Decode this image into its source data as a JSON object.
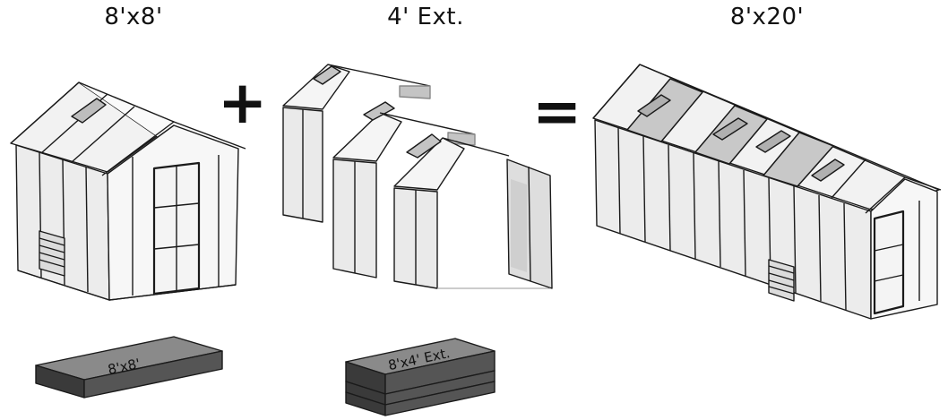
{
  "headers": {
    "base": "8'x8'",
    "extension": "4' Ext.",
    "result": "8'x20'"
  },
  "operators": {
    "plus": "+",
    "equals": "="
  },
  "boxes": {
    "base_label": "8'x8'",
    "extension_label": "8'x4' Ext."
  },
  "colors": {
    "outline": "#1a1a1a",
    "panel": "#ececec",
    "panel_light": "#f7f7f7",
    "roof_window": "#bdbdbd",
    "box_top": "#8a8a8a",
    "box_front": "#555555",
    "box_side": "#3a3a3a"
  }
}
